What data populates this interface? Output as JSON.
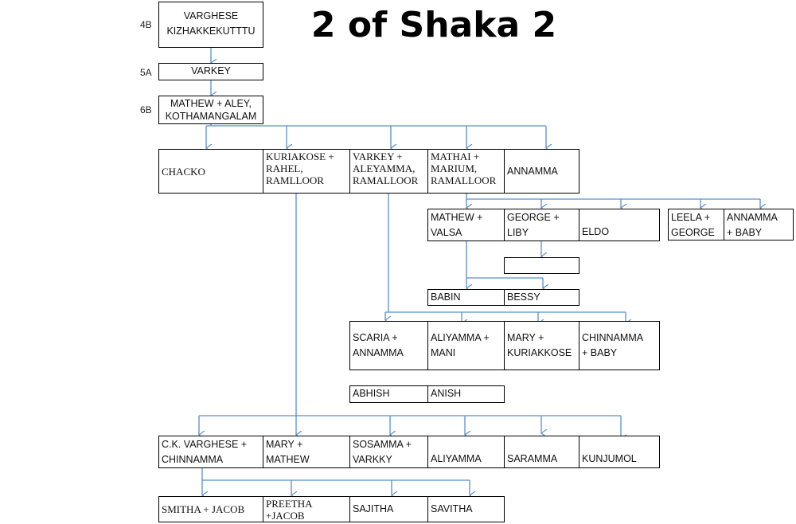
{
  "title": "2 of Shaka 2",
  "levels": {
    "l4b": "4B",
    "l5a": "5A",
    "l6b": "6B"
  },
  "colors": {
    "connector": "#5b8fc9",
    "border": "#000000"
  },
  "nodes": {
    "varghese": "VARGHESE\nKIZHAKKEKUTTTU",
    "varkey": "VARKEY",
    "mathew_aley": "MATHEW + ALEY,\nKOTHAMANGALAM",
    "chacko": "CHACKO",
    "kuriakose": "KURIAKOSE +\nRAHEL,\nRAMLLOOR",
    "varkey_aleyamma": "VARKEY  +\nALEYAMMA,\nRAMALLOOR",
    "mathai": "MATHAI +\nMARIUM,\nRAMALLOOR",
    "annamma": "ANNAMMA",
    "mathew_valsa": "MATHEW +\nVALSA",
    "george_liby": "GEORGE +\nLIBY",
    "eldo": "ELDO",
    "leela_george": "LEELA +\nGEORGE",
    "annamma_baby": "ANNAMMA\n+ BABY",
    "empty_box": "",
    "babin": "BABIN",
    "bessy": "BESSY",
    "scaria": "SCARIA +\nANNAMMA",
    "aliyamma_mani": "ALIYAMMA +\nMANI",
    "mary_kuriakkose": "MARY +\nKURIAKKOSE",
    "chinnamma_baby": "CHINNAMMA\n+ BABY",
    "abhish": "ABHISH",
    "anish": "ANISH",
    "ck_varghese": "C.K. VARGHESE +\nCHINNAMMA",
    "mary_mathew": "MARY +\nMATHEW",
    "sosamma": "SOSAMMA +\nVARKKY",
    "aliyamma": "ALIYAMMA",
    "saramma": "SARAMMA",
    "kunjumol": "KUNJUMOL",
    "smitha": "SMITHA + JACOB",
    "preetha": "PREETHA\n+JACOB",
    "sajitha": "SAJITHA",
    "savitha": "SAVITHA"
  }
}
